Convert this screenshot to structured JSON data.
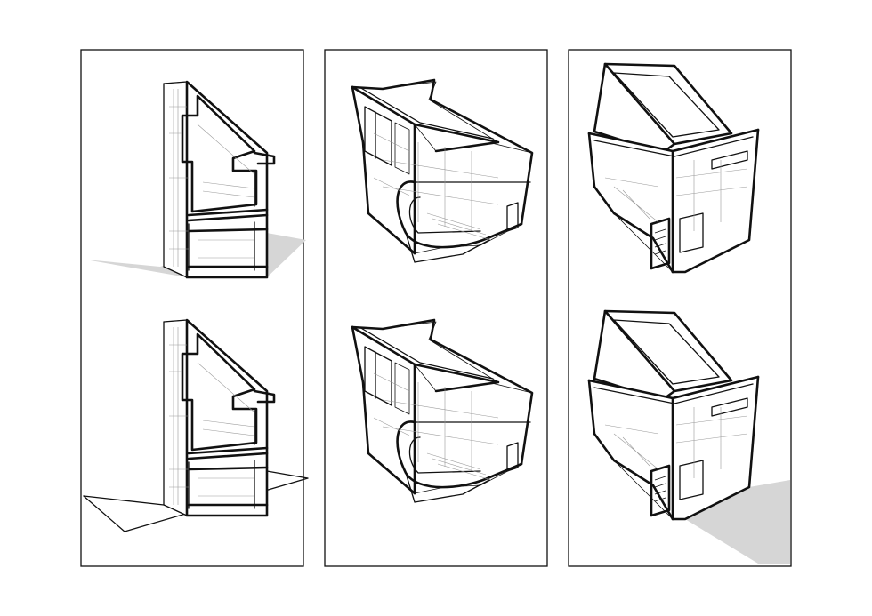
{
  "sheet": {
    "panels": [
      {
        "column": 1,
        "views": [
          "axonometric-section",
          "axonometric-section"
        ]
      },
      {
        "column": 2,
        "views": [
          "axonometric-from-above",
          "axonometric-from-above"
        ]
      },
      {
        "column": 3,
        "views": [
          "axonometric-from-below",
          "axonometric-from-below"
        ]
      }
    ],
    "colors": {
      "line": "#111111",
      "shadow": "#d6d6d6",
      "background": "#ffffff"
    }
  }
}
